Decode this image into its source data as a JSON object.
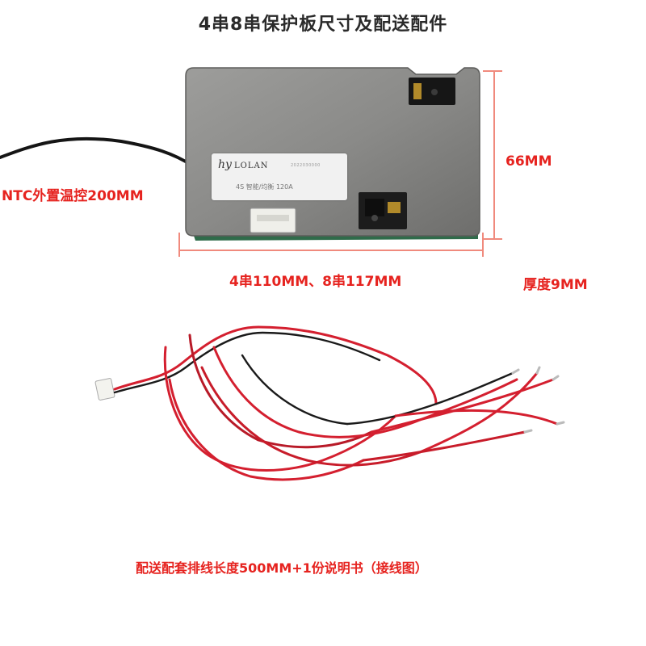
{
  "title": "4串8串保护板尺寸及配送配件",
  "board": {
    "brand": "LOLAN",
    "logo_mark": "hy",
    "serial_code": "2022030000",
    "spec": "4S 智能/均衡 120A"
  },
  "labels": {
    "ntc": "NTC外置温控200MM",
    "height": "66MM",
    "width": "4串110MM、8串117MM",
    "thickness": "厚度9MM",
    "accessories": "配送配套排线长度500MM+1份说明书（接线图）"
  },
  "colors": {
    "label_red": "#e6231f",
    "dimension_line": "#f08a7d",
    "wire_red": "#d41f2f",
    "wire_black": "#1a1a1a",
    "board_gray": "#8c8c8a"
  }
}
